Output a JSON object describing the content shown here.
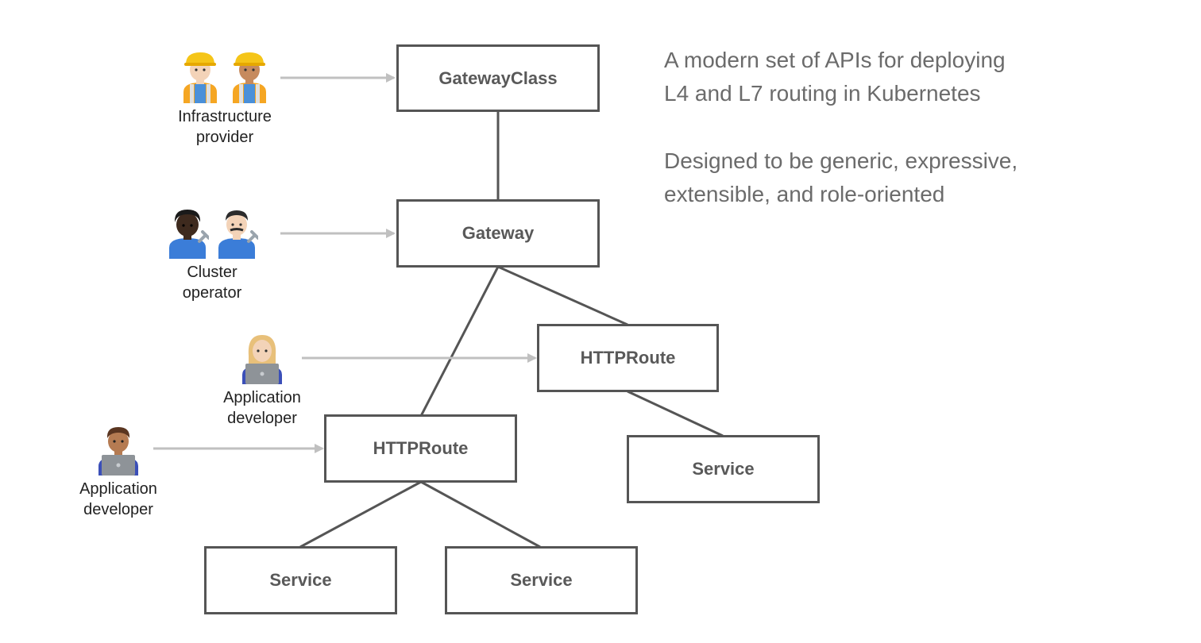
{
  "nodes": {
    "gateway_class": "GatewayClass",
    "gateway": "Gateway",
    "route_a": "HTTPRoute",
    "route_b": "HTTPRoute",
    "service_a": "Service",
    "service_b1": "Service",
    "service_b2": "Service"
  },
  "roles": {
    "infrastructure_provider": "Infrastructure\nprovider",
    "cluster_operator": "Cluster\noperator",
    "app_dev_a": "Application\ndeveloper",
    "app_dev_b": "Application\ndeveloper"
  },
  "description": {
    "line1": "A modern set of APIs for deploying",
    "line2": "L4 and L7 routing in Kubernetes",
    "line3": "Designed to be generic, expressive,",
    "line4": "extensible, and role-oriented"
  },
  "icons": {
    "infrastructure_provider": [
      "construction-worker-icon",
      "construction-worker-icon"
    ],
    "cluster_operator": [
      "mechanic-icon",
      "mechanic-icon"
    ],
    "app_dev": [
      "technologist-icon"
    ]
  },
  "colors": {
    "box_border": "#555555",
    "box_text": "#595959",
    "arrow": "#c0c0c0",
    "connector": "#555555",
    "description_text": "#6b6b6b"
  }
}
